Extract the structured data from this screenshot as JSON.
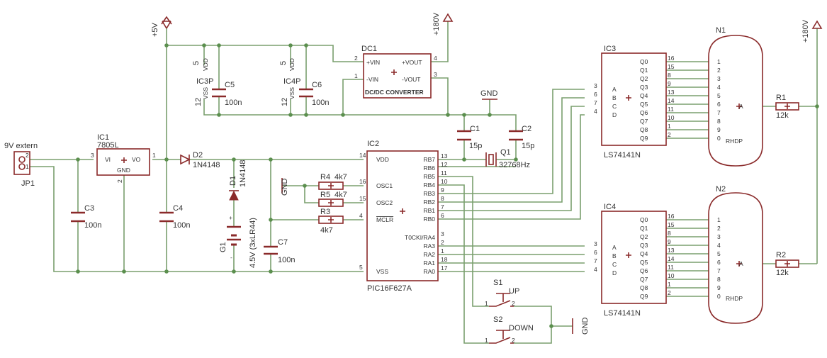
{
  "labels": {
    "jp1_label": "9V extern",
    "jp1_name": "JP1",
    "ic1_name": "IC1",
    "ic1_value": "7805L",
    "ic1_vi": "VI",
    "ic1_vo": "VO",
    "ic1_gnd": "GND",
    "d2_name": "D2",
    "d2_value": "1N4148",
    "d1_name": "D1",
    "d1_value": "1N4148",
    "g1_name": "G1",
    "g1_value": "4.5V (3xLR44)",
    "c3": "C3",
    "c3v": "100n",
    "c4": "C4",
    "c4v": "100n",
    "c5": "C5",
    "c5v": "100n",
    "c6": "C6",
    "c6v": "100n",
    "c7": "C7",
    "c7v": "100n",
    "c1": "C1",
    "c1v": "15p",
    "c2": "C2",
    "c2v": "15p",
    "q1_name": "Q1",
    "q1_value": "32768Hz",
    "plus5v": "+5V",
    "plus180v": "+180V",
    "gnd": "GND",
    "dc1_name": "DC1",
    "dc1_value": "DC/DC CONVERTER",
    "dc1_vin_p": "+VIN",
    "dc1_vin_m": "-VIN",
    "dc1_vout_p": "+VOUT",
    "dc1_vout_m": "-VOUT",
    "ic3p": "IC3P",
    "ic4p": "IC4P",
    "vdd": "VDD",
    "vss": "VSS",
    "ic2_name": "IC2",
    "ic2_value": "PIC16F627A",
    "r4": "R4",
    "r4v": "4k7",
    "r5": "R5",
    "r5v": "4k7",
    "r3": "R3",
    "r3v": "4k7",
    "r1": "R1",
    "r1v": "12k",
    "r2": "R2",
    "r2v": "12k",
    "ic3_name": "IC3",
    "ic4_name": "IC4",
    "ls_value": "LS74141N",
    "n1": "N1",
    "n2": "N2",
    "rhdp": "RHDP",
    "a": "A",
    "s1": "S1",
    "s1v": "UP",
    "s2": "S2",
    "s2v": "DOWN"
  },
  "pic_left_pins": [
    {
      "num": "14",
      "name": "VDD"
    },
    {
      "num": "16",
      "name": "OSC1"
    },
    {
      "num": "15",
      "name": "OSC2"
    },
    {
      "num": "4",
      "name": "MCLR"
    },
    {
      "num": "5",
      "name": "VSS"
    }
  ],
  "pic_right_pins": [
    {
      "num": "13",
      "name": "RB7"
    },
    {
      "num": "12",
      "name": "RB6"
    },
    {
      "num": "11",
      "name": "RB5"
    },
    {
      "num": "10",
      "name": "RB4"
    },
    {
      "num": "9",
      "name": "RB3"
    },
    {
      "num": "8",
      "name": "RB2"
    },
    {
      "num": "7",
      "name": "RB1"
    },
    {
      "num": "6",
      "name": "RB0"
    },
    {
      "num": "3",
      "name": "T0CKI/RA4"
    },
    {
      "num": "2",
      "name": "RA3"
    },
    {
      "num": "1",
      "name": "RA2"
    },
    {
      "num": "18",
      "name": "RA1"
    },
    {
      "num": "17",
      "name": "RA0"
    }
  ],
  "ls_inputs": [
    {
      "num": "3",
      "name": "A"
    },
    {
      "num": "6",
      "name": "B"
    },
    {
      "num": "7",
      "name": "C"
    },
    {
      "num": "4",
      "name": "D"
    }
  ],
  "ls_outputs": [
    {
      "num": "16",
      "name": "Q0"
    },
    {
      "num": "15",
      "name": "Q1"
    },
    {
      "num": "8",
      "name": "Q2"
    },
    {
      "num": "9",
      "name": "Q3"
    },
    {
      "num": "13",
      "name": "Q4"
    },
    {
      "num": "14",
      "name": "Q5"
    },
    {
      "num": "11",
      "name": "Q6"
    },
    {
      "num": "10",
      "name": "Q7"
    },
    {
      "num": "1",
      "name": "Q8"
    },
    {
      "num": "2",
      "name": "Q9"
    }
  ],
  "tube_pins": [
    "1",
    "2",
    "3",
    "4",
    "5",
    "6",
    "7",
    "8",
    "9",
    "0"
  ],
  "pin_numbers": {
    "one": "1",
    "two": "2",
    "three": "3",
    "four": "4",
    "five": "5",
    "twelve": "12"
  }
}
